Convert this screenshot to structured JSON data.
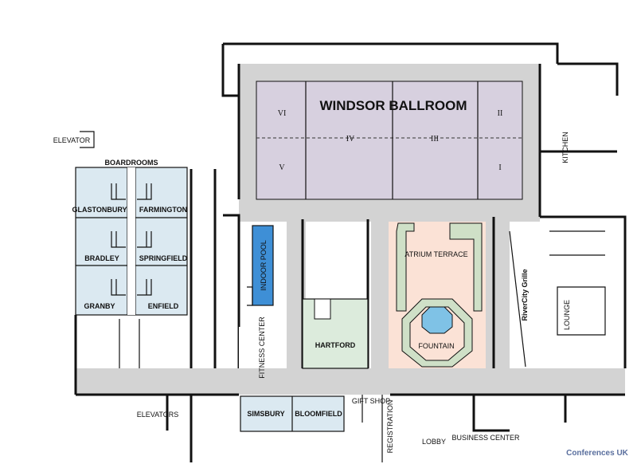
{
  "ballroom": {
    "title": "WINDSOR BALLROOM",
    "sections": [
      "VI",
      "V",
      "IV",
      "III",
      "II",
      "I"
    ]
  },
  "rooms": {
    "boardrooms": "BOARDROOMS",
    "glastonbury": "GLASTONBURY",
    "farmington": "FARMINGTON",
    "bradley": "BRADLEY",
    "springfield": "SPRINGFIELD",
    "granby": "GRANBY",
    "enfield": "ENFIELD",
    "indoor_pool": "INDOOR POOL",
    "fitness_center": "FITNESS CENTER",
    "hartford": "HARTFORD",
    "atrium_terrace": "ATRIUM TERRACE",
    "fountain": "FOUNTAIN",
    "rivercity_grille": "RiverCity Grille",
    "lounge": "LOUNGE",
    "kitchen": "KITCHEN",
    "simsbury": "SIMSBURY",
    "bloomfield": "BLOOMFIELD",
    "gift_shop": "GIFT SHOP",
    "registration": "REGISTRATION",
    "lobby": "LOBBY",
    "business_center": "BUSINESS CENTER"
  },
  "labels": {
    "elevator": "ELEVATOR",
    "elevators": "ELEVATORS"
  },
  "watermark": "Conferences UK",
  "colors": {
    "ballroom": "#d7d0df",
    "meeting_room": "#dbe9f1",
    "hartford": "#dcebdc",
    "atrium": "#fbe2d6",
    "atrium_border": "#cfe0c7",
    "corridor": "#d3d3d3",
    "pool": "#3e8fd6"
  }
}
